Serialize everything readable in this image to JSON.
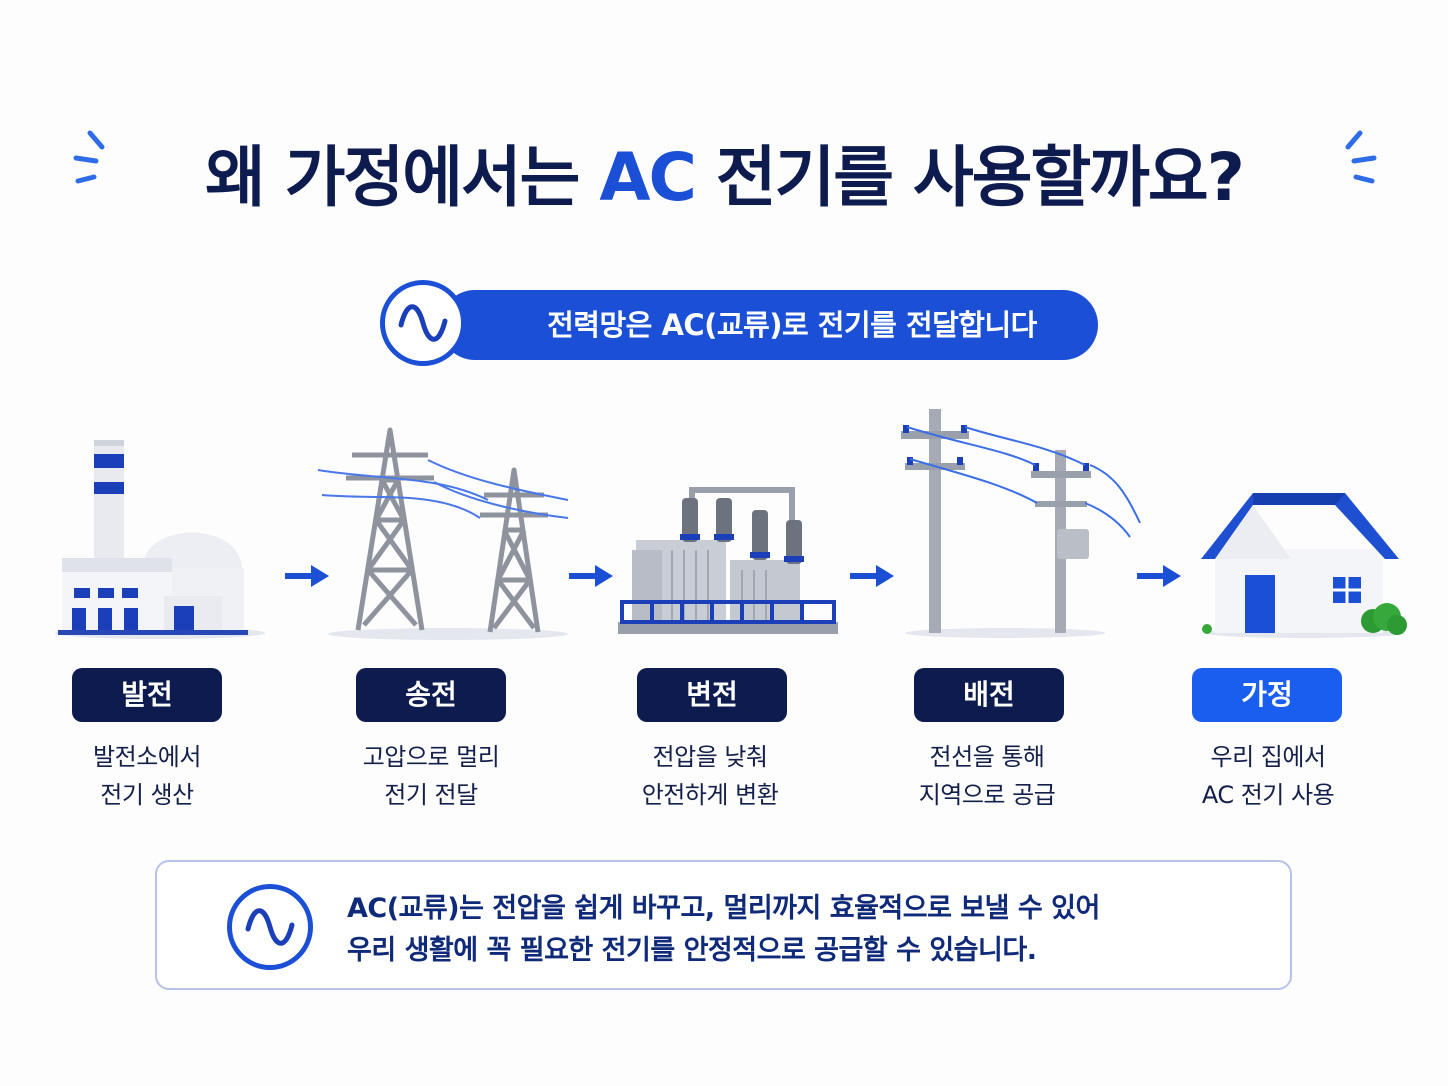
{
  "title": {
    "prefix": "왜 가정에서는 ",
    "highlight": "AC",
    "suffix": " 전기를 사용할까요?"
  },
  "banner": {
    "text": "전력망은 AC(교류)로 전기를 전달합니다",
    "icon": "ac-wave-icon"
  },
  "stages": [
    {
      "id": "generation",
      "label": "발전",
      "desc1": "발전소에서",
      "desc2": "전기 생산",
      "icon": "power-plant-icon",
      "active": false
    },
    {
      "id": "transmission",
      "label": "송전",
      "desc1": "고압으로 멀리",
      "desc2": "전기 전달",
      "icon": "transmission-tower-icon",
      "active": false
    },
    {
      "id": "substation",
      "label": "변전",
      "desc1": "전압을 낮춰",
      "desc2": "안전하게 변환",
      "icon": "substation-icon",
      "active": false
    },
    {
      "id": "distribution",
      "label": "배전",
      "desc1": "전선을 통해",
      "desc2": "지역으로 공급",
      "icon": "utility-pole-icon",
      "active": false
    },
    {
      "id": "home",
      "label": "가정",
      "desc1": "우리 집에서",
      "desc2": "AC 전기 사용",
      "icon": "house-icon",
      "active": true
    }
  ],
  "info": {
    "line1": "AC(교류)는 전압을 쉽게 바꾸고, 멀리까지 효율적으로 보낼 수 있어",
    "line2": "우리 생활에 꼭 필요한 전기를 안정적으로 공급할 수 있습니다.",
    "icon": "ac-wave-icon"
  },
  "colors": {
    "navy": "#0d1b4e",
    "accent": "#1a4fd6",
    "active_badge": "#1a5ef0"
  }
}
